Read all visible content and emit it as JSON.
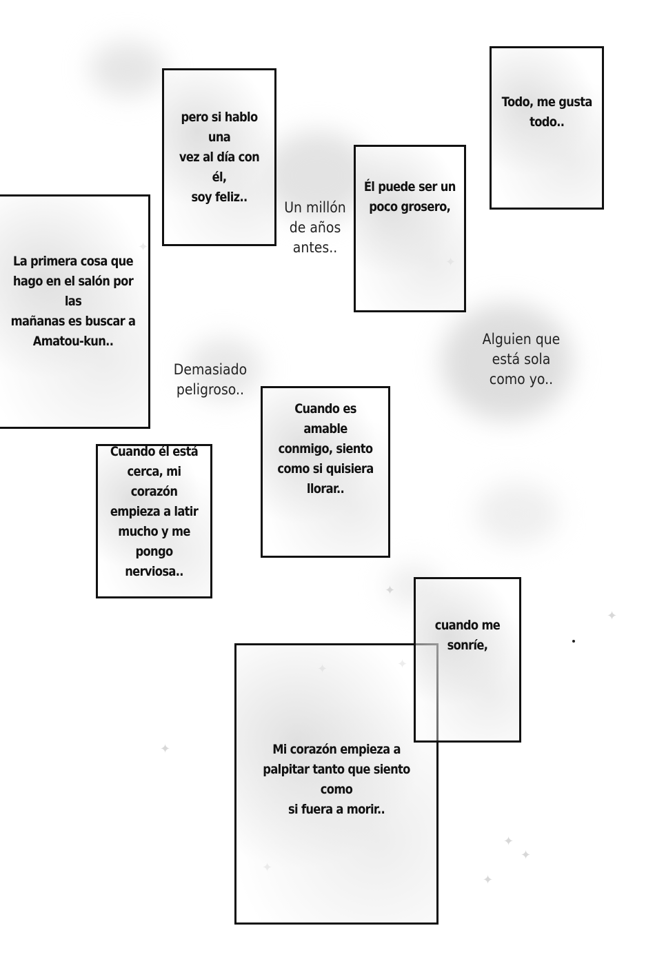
{
  "panels": {
    "pero_si_hablo": "pero si hablo una\nvez al día con él,\nsoy feliz..",
    "todo_me_gusta": "Todo, me gusta\ntodo..",
    "el_puede_ser": "Él puede ser un\npoco grosero,",
    "la_primera_cosa": "La primera cosa que\nhago en el salón por las\nmañanas es buscar a\nAmatou-kun..",
    "cuando_es_amable": "Cuando es amable\nconmigo, siento\ncomo si quisiera\nllorar..",
    "cuando_el_esta_cerca": "Cuando él está\ncerca, mi corazón\nempieza a latir\nmucho y me pongo\nnerviosa..",
    "cuando_me_sonrie": "cuando me\nsonríe,",
    "mi_corazon_empieza": "Mi corazón empieza a\npalpitar tanto que siento como\nsi fuera a morir.."
  },
  "captions": {
    "un_millon": "Un millón\nde años\nantes..",
    "alguien_que": "Alguien que\nestá sola\ncomo yo..",
    "demasiado": "Demasiado\npeligroso.."
  },
  "colors": {
    "ink": "#111111",
    "tone": "#cfcfcf",
    "paper": "#ffffff"
  }
}
